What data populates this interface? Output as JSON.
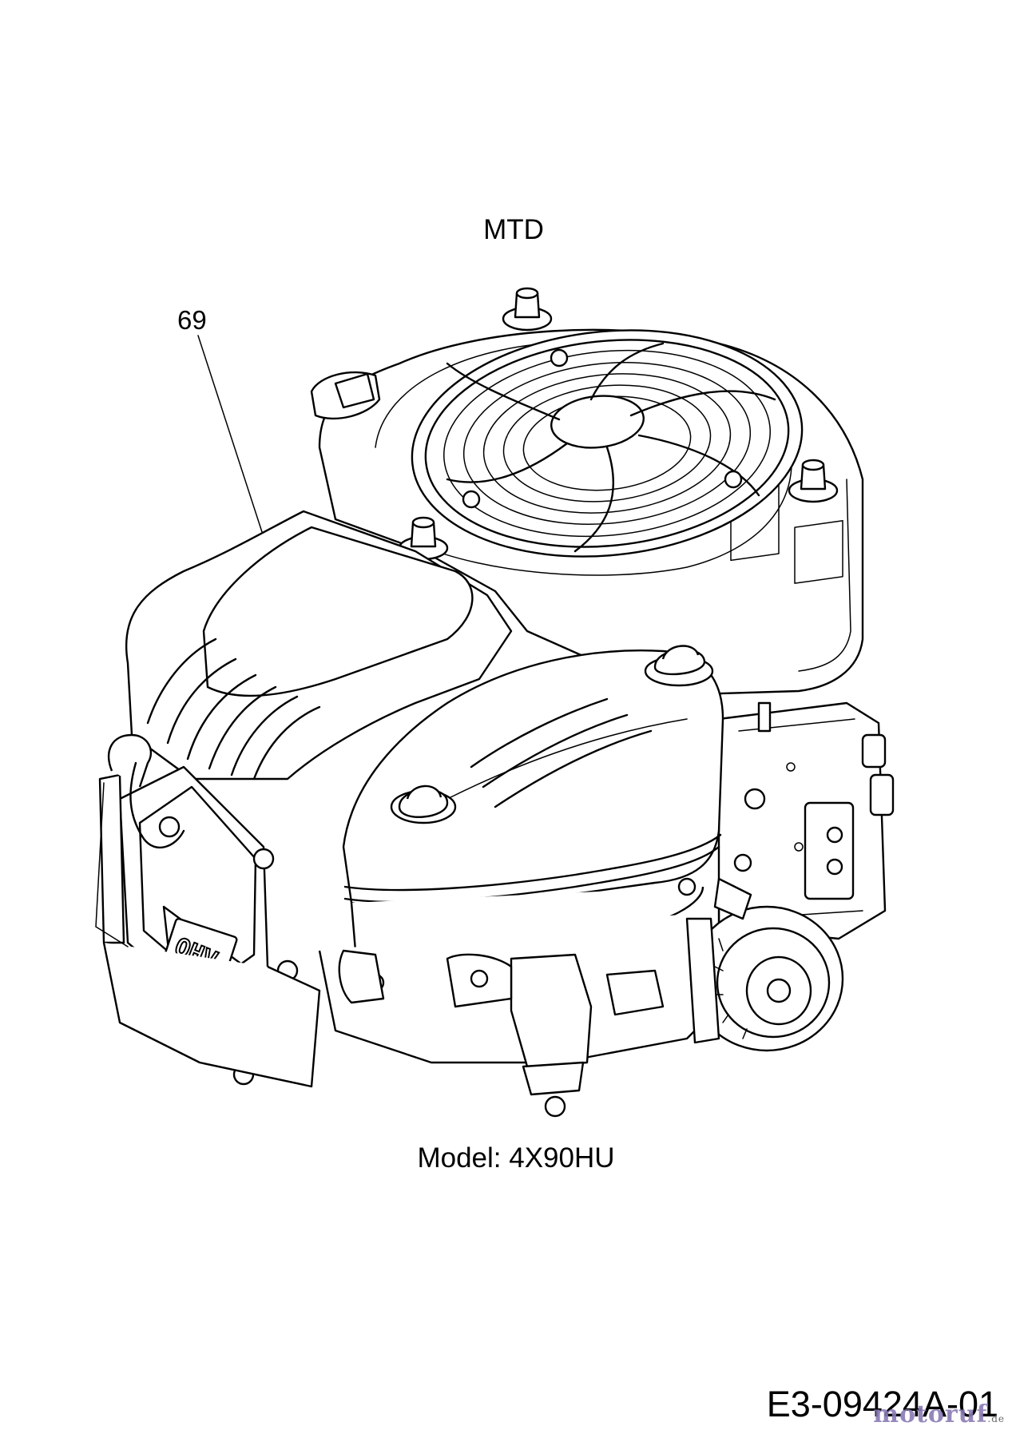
{
  "diagram": {
    "brand": "MTD",
    "callout_number": "69",
    "model_caption": "Model: 4X90HU",
    "part_number": "E3-09424A-01",
    "cover_badge": "OHV",
    "watermark": {
      "text": "motoruf",
      "tld": ".de",
      "color": "#8a7bb5"
    }
  }
}
